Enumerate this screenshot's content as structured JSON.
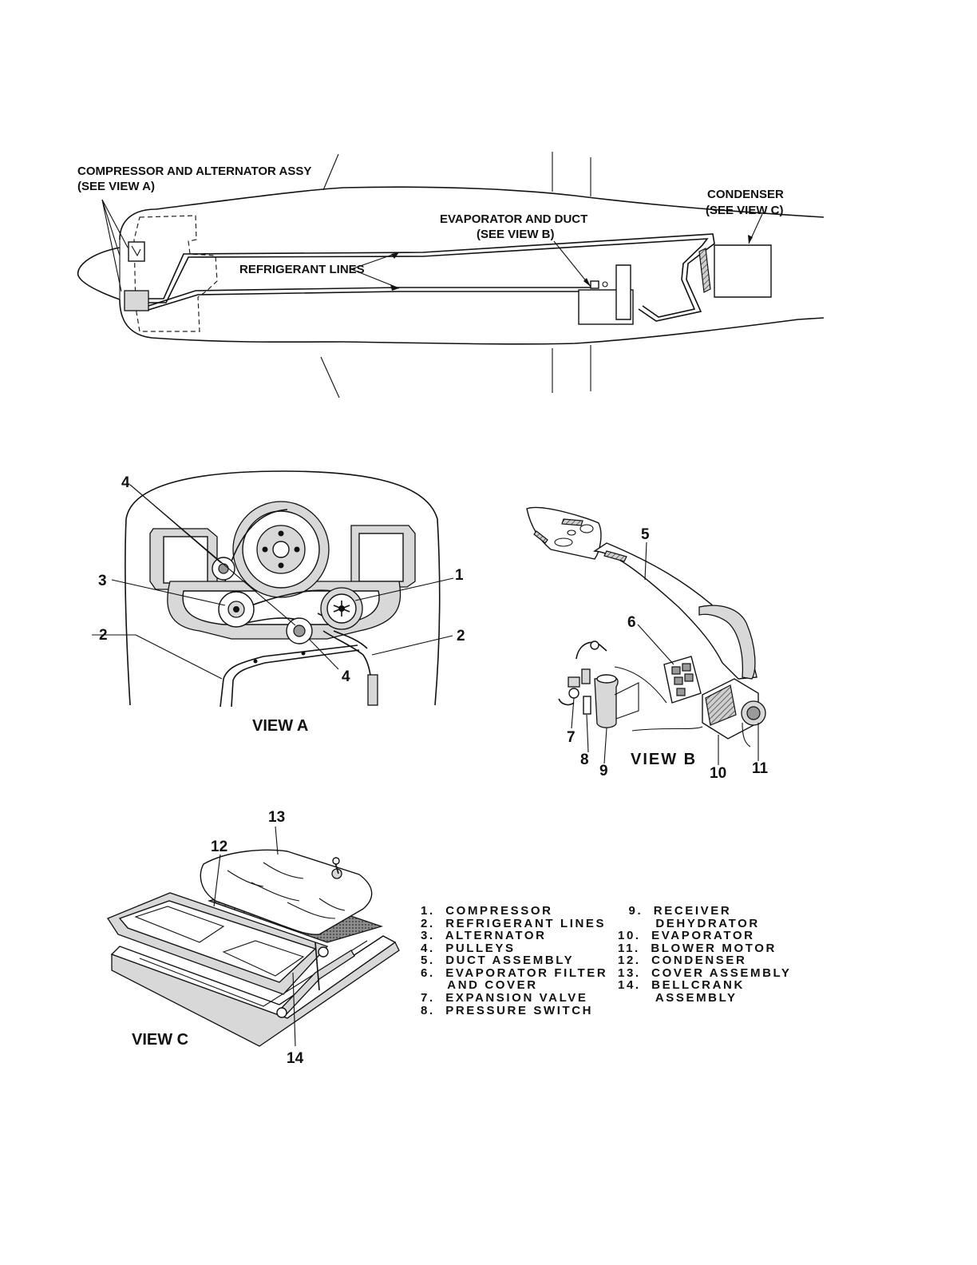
{
  "overview": {
    "compressor_label_1": "COMPRESSOR AND ALTERNATOR ASSY",
    "compressor_label_2": "(SEE VIEW A)",
    "refrigerant_lines_label": "REFRIGERANT LINES",
    "evaporator_label_1": "EVAPORATOR AND DUCT",
    "evaporator_label_2": "(SEE VIEW B)",
    "condenser_label_1": "CONDENSER",
    "condenser_label_2": "(SEE VIEW C)"
  },
  "view_a": {
    "title": "VIEW A",
    "callouts": [
      "4",
      "3",
      "1",
      "2",
      "2",
      "4"
    ]
  },
  "view_b": {
    "title": "VIEW B",
    "callouts": [
      "5",
      "6",
      "7",
      "8",
      "9",
      "10",
      "11"
    ]
  },
  "view_c": {
    "title": "VIEW C",
    "callouts": [
      "13",
      "12",
      "14"
    ]
  },
  "legend": {
    "left": [
      "1.  COMPRESSOR",
      "2.  REFRIGERANT LINES",
      "3.  ALTERNATOR",
      "4.  PULLEYS",
      "5.  DUCT ASSEMBLY",
      "6.  EVAPORATOR FILTER",
      "     AND COVER",
      "7.  EXPANSION VALVE",
      "8.  PRESSURE SWITCH"
    ],
    "right": [
      "  9.  RECEIVER",
      "       DEHYDRATOR",
      "10.  EVAPORATOR",
      "11.  BLOWER MOTOR",
      "12.  CONDENSER",
      "13.  COVER ASSEMBLY",
      "14.  BELLCRANK",
      "       ASSEMBLY"
    ]
  }
}
